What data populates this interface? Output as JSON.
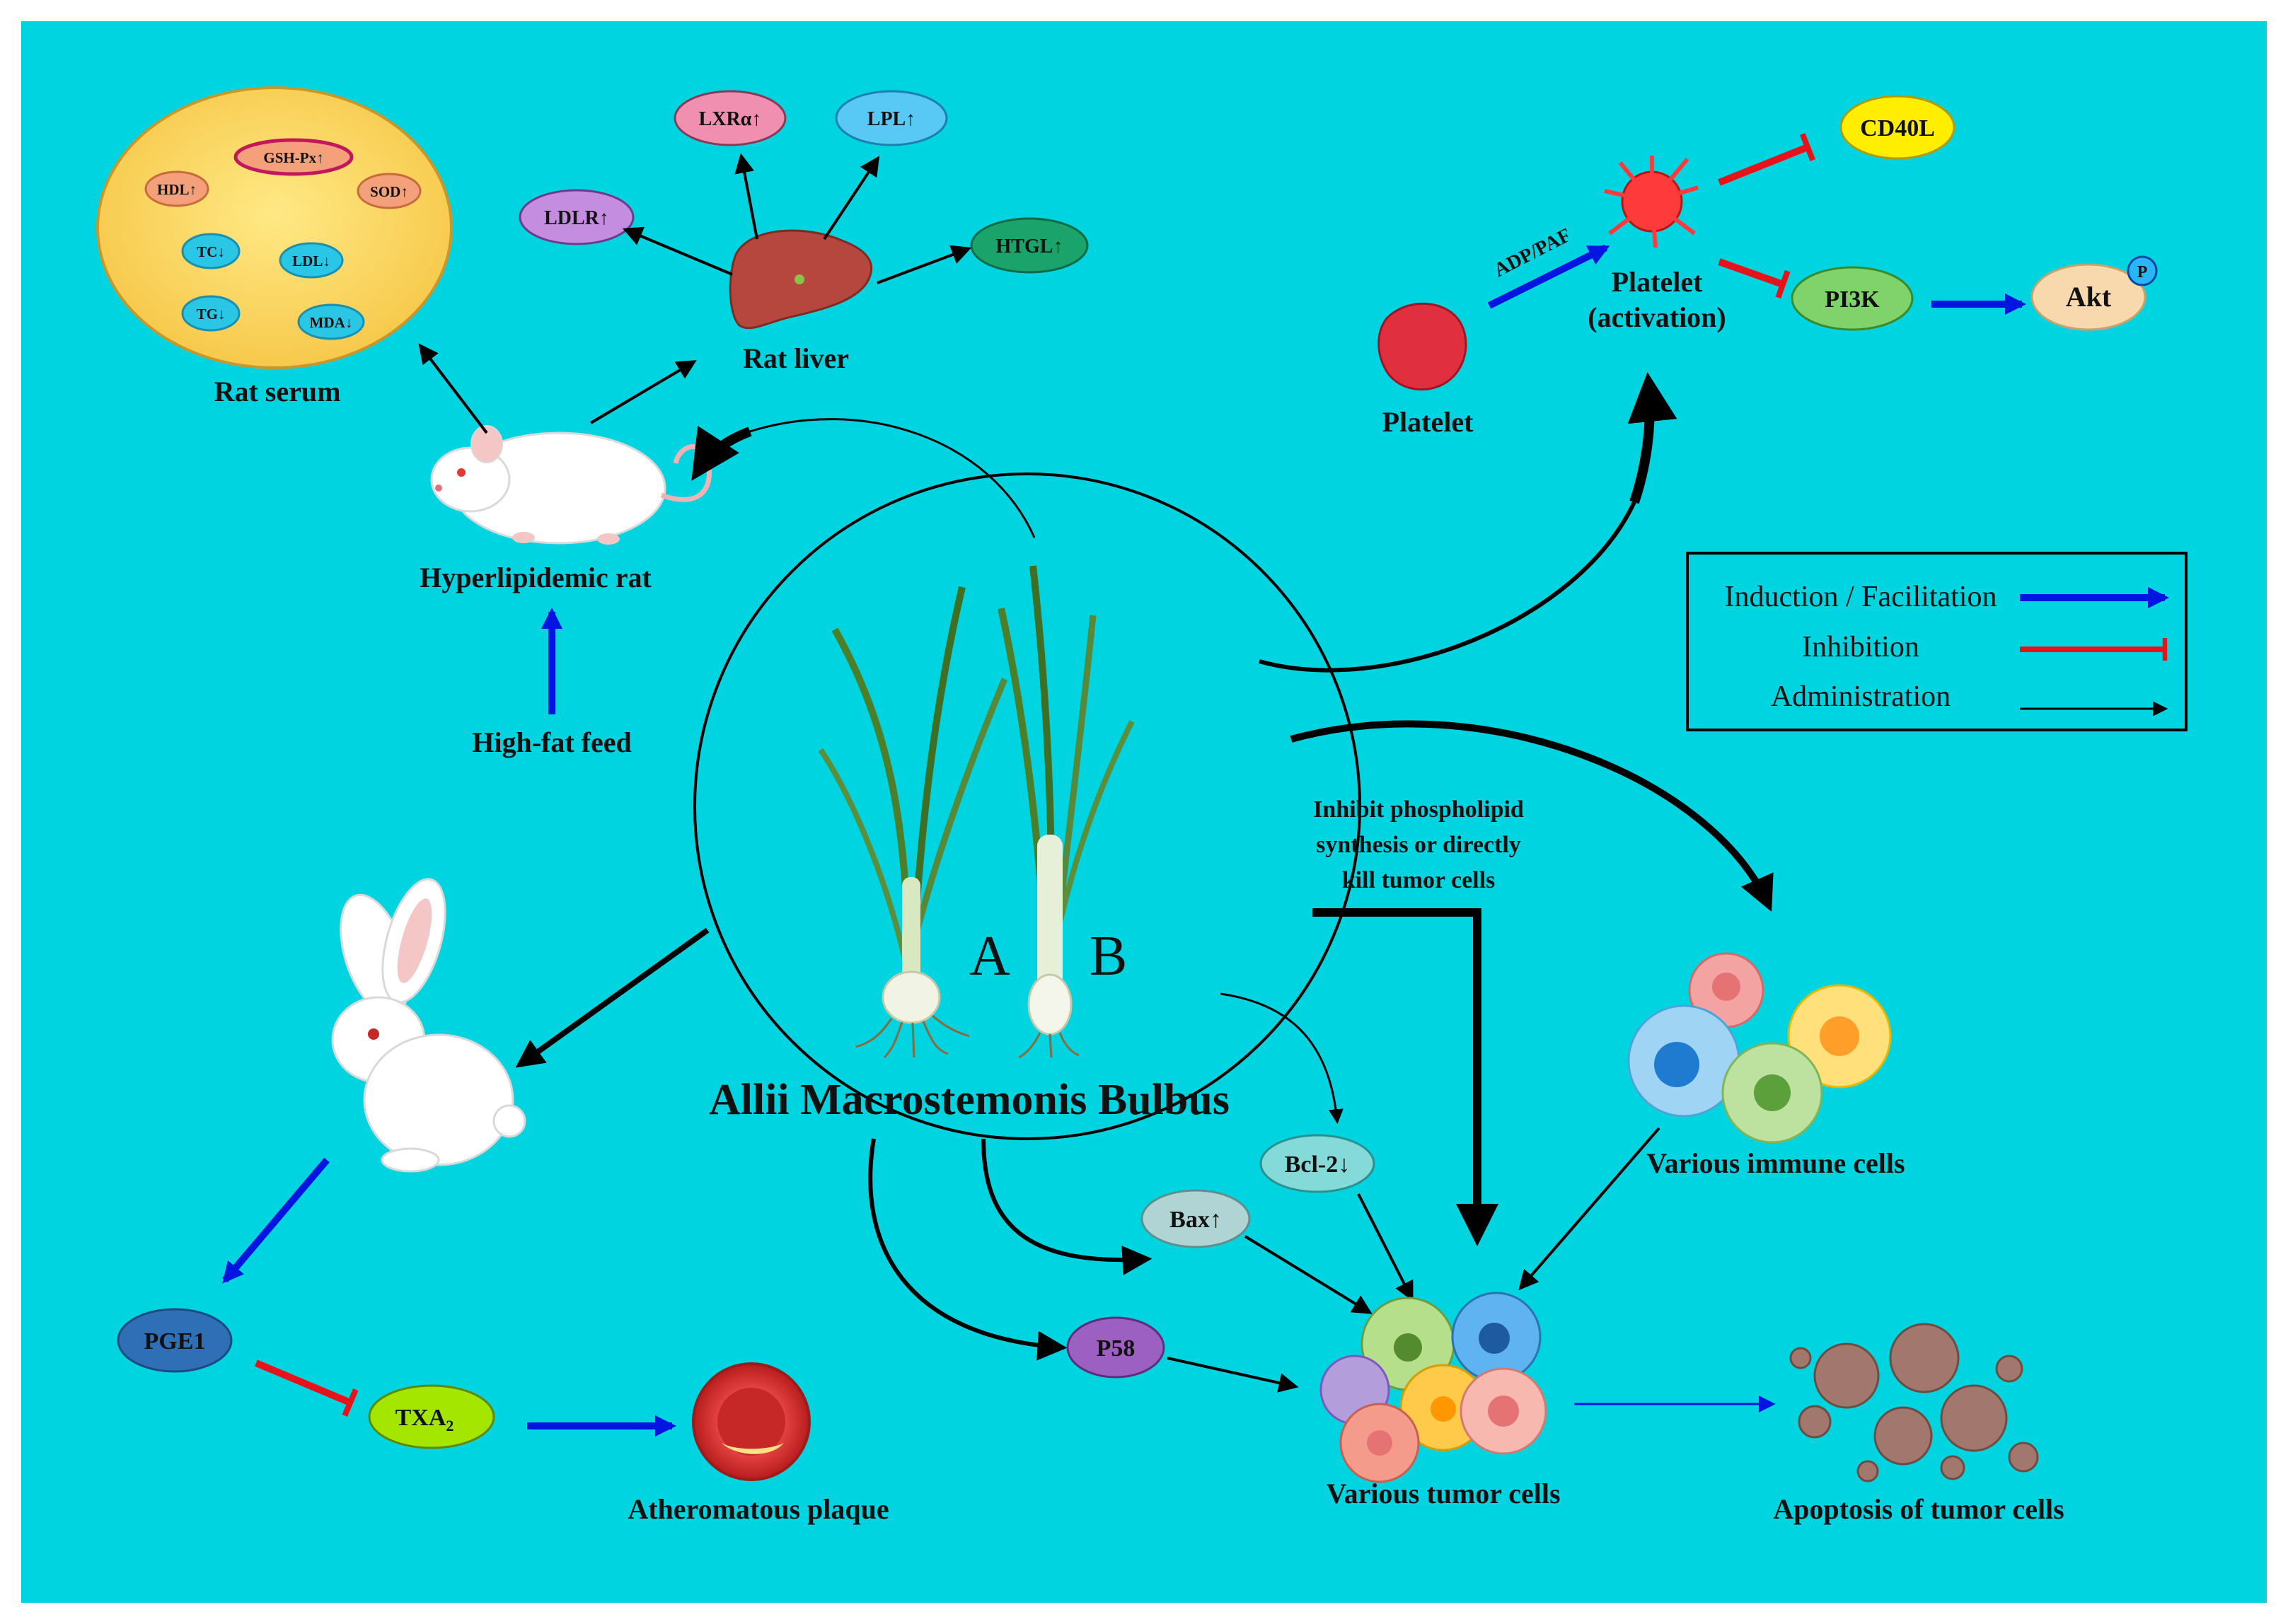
{
  "colors": {
    "background": "#00d4e0",
    "induction": "#0016e0",
    "inhibition": "#e8121a",
    "administration": "#000000"
  },
  "center": {
    "title": "Allii Macrostemonis Bulbus",
    "plant_a": "A",
    "plant_b": "B"
  },
  "rat_serum": {
    "label": "Rat serum",
    "items": [
      "GSH-Px↑",
      "HDL↑",
      "SOD↑",
      "TC↓",
      "LDL↓",
      "TG↓",
      "MDA↓"
    ]
  },
  "rat_liver": {
    "label": "Rat liver",
    "items": [
      "LXRα↑",
      "LPL↑",
      "LDLR↑",
      "HTGL↑"
    ]
  },
  "rat": {
    "label": "Hyperlipidemic rat",
    "feed": "High-fat feed"
  },
  "platelet": {
    "resting": "Platelet",
    "activated_line1": "Platelet",
    "activated_line2": "(activation)",
    "agonist": "ADP/PAF",
    "cd40l": "CD40L",
    "pi3k": "PI3K",
    "akt": "Akt",
    "phospho": "P"
  },
  "legend": {
    "induction": "Induction / Facilitation",
    "inhibition": "Inhibition",
    "administration": "Administration"
  },
  "rabbit": {
    "pge1": "PGE1",
    "txa": "TXA",
    "txa_sub": "2",
    "plaque": "Atheromatous plaque"
  },
  "tumor": {
    "note_line1": "Inhibit phospholipid",
    "note_line2": "synthesis or directly",
    "note_line3": "kill tumor cells",
    "bcl2": "Bcl-2↓",
    "bax": "Bax↑",
    "p58": "P58",
    "immune": "Various immune cells",
    "tumor_cells": "Various tumor cells",
    "apoptosis": "Apoptosis of tumor cells"
  }
}
